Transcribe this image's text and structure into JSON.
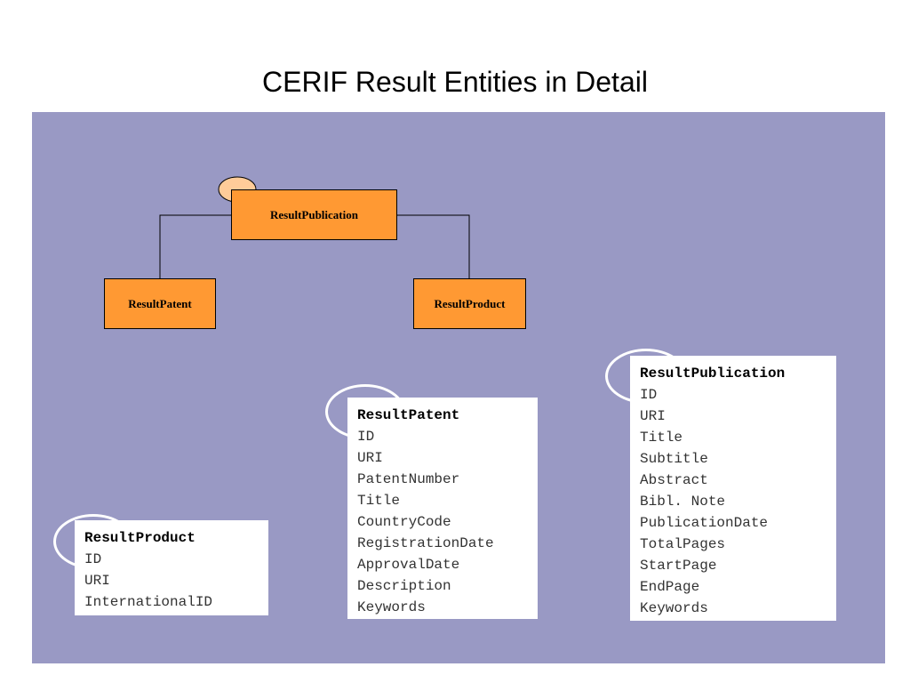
{
  "title": "CERIF Result Entities in Detail",
  "colors": {
    "panel": "#9999c4",
    "entity_fill": "#ff9933",
    "key_fill": "#ffcc99",
    "card": "#ffffff"
  },
  "hierarchy": {
    "parent": "ResultPublication",
    "left_child": "ResultPatent",
    "right_child": "ResultProduct"
  },
  "cards": {
    "product": {
      "title": "ResultProduct",
      "attributes": [
        "ID",
        "URI",
        "InternationalID"
      ]
    },
    "patent": {
      "title": "ResultPatent",
      "attributes": [
        "ID",
        "URI",
        "PatentNumber",
        "Title",
        "CountryCode",
        "RegistrationDate",
        "ApprovalDate",
        "Description",
        "Keywords"
      ]
    },
    "publication": {
      "title": "ResultPublication",
      "attributes": [
        "ID",
        "URI",
        "Title",
        "Subtitle",
        "Abstract",
        "Bibl. Note",
        "PublicationDate",
        "TotalPages",
        "StartPage",
        "EndPage",
        "Keywords"
      ]
    }
  }
}
